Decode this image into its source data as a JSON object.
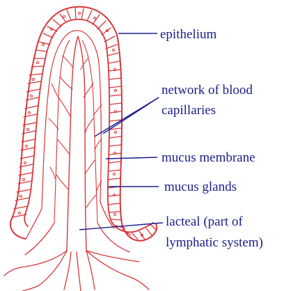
{
  "diagram": {
    "labels": {
      "epithelium": "epithelium",
      "capillaries_line1": "network of blood",
      "capillaries_line2": "capillaries",
      "mucus_membrane": "mucus membrane",
      "mucus_glands": "mucus  glands",
      "lacteal_line1": "lacteal (part of",
      "lacteal_line2": "lymphatic system)"
    }
  },
  "colors": {
    "tissue_outline": "#d8363a",
    "label_text": "#1b1d8c",
    "pointer_line": "#1b1d8c",
    "background": "#ffffff"
  }
}
